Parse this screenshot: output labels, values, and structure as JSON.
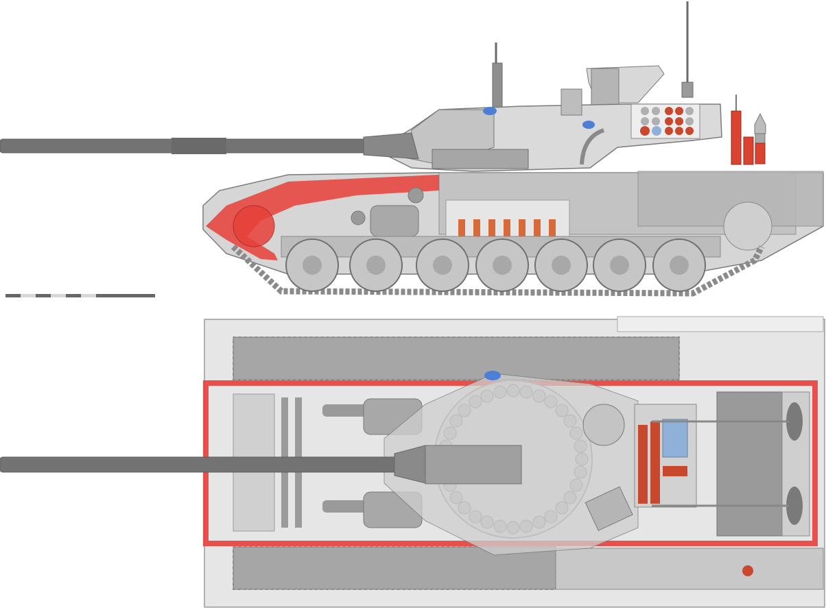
{
  "diagram": {
    "views": [
      {
        "view": "side",
        "road_wheels": 7
      },
      {
        "view": "top",
        "ammo_carousel_rounds": 32
      }
    ],
    "colors": {
      "background": "#ffffff",
      "hull": "#c9c9c9",
      "hull_light": "#dcdcdc",
      "outline": "#7a7a7a",
      "dark_part": "#8a8a8a",
      "barrel": "#707070",
      "highlight_red": "#e8403a",
      "ammo_red": "#c8482e",
      "ammo_orange": "#d86a3a",
      "ammo_blue": "#8fb0d8",
      "glass_blue": "#4d7fd6"
    },
    "icons": [
      "scale-bar",
      "tank-shell-icon"
    ]
  }
}
